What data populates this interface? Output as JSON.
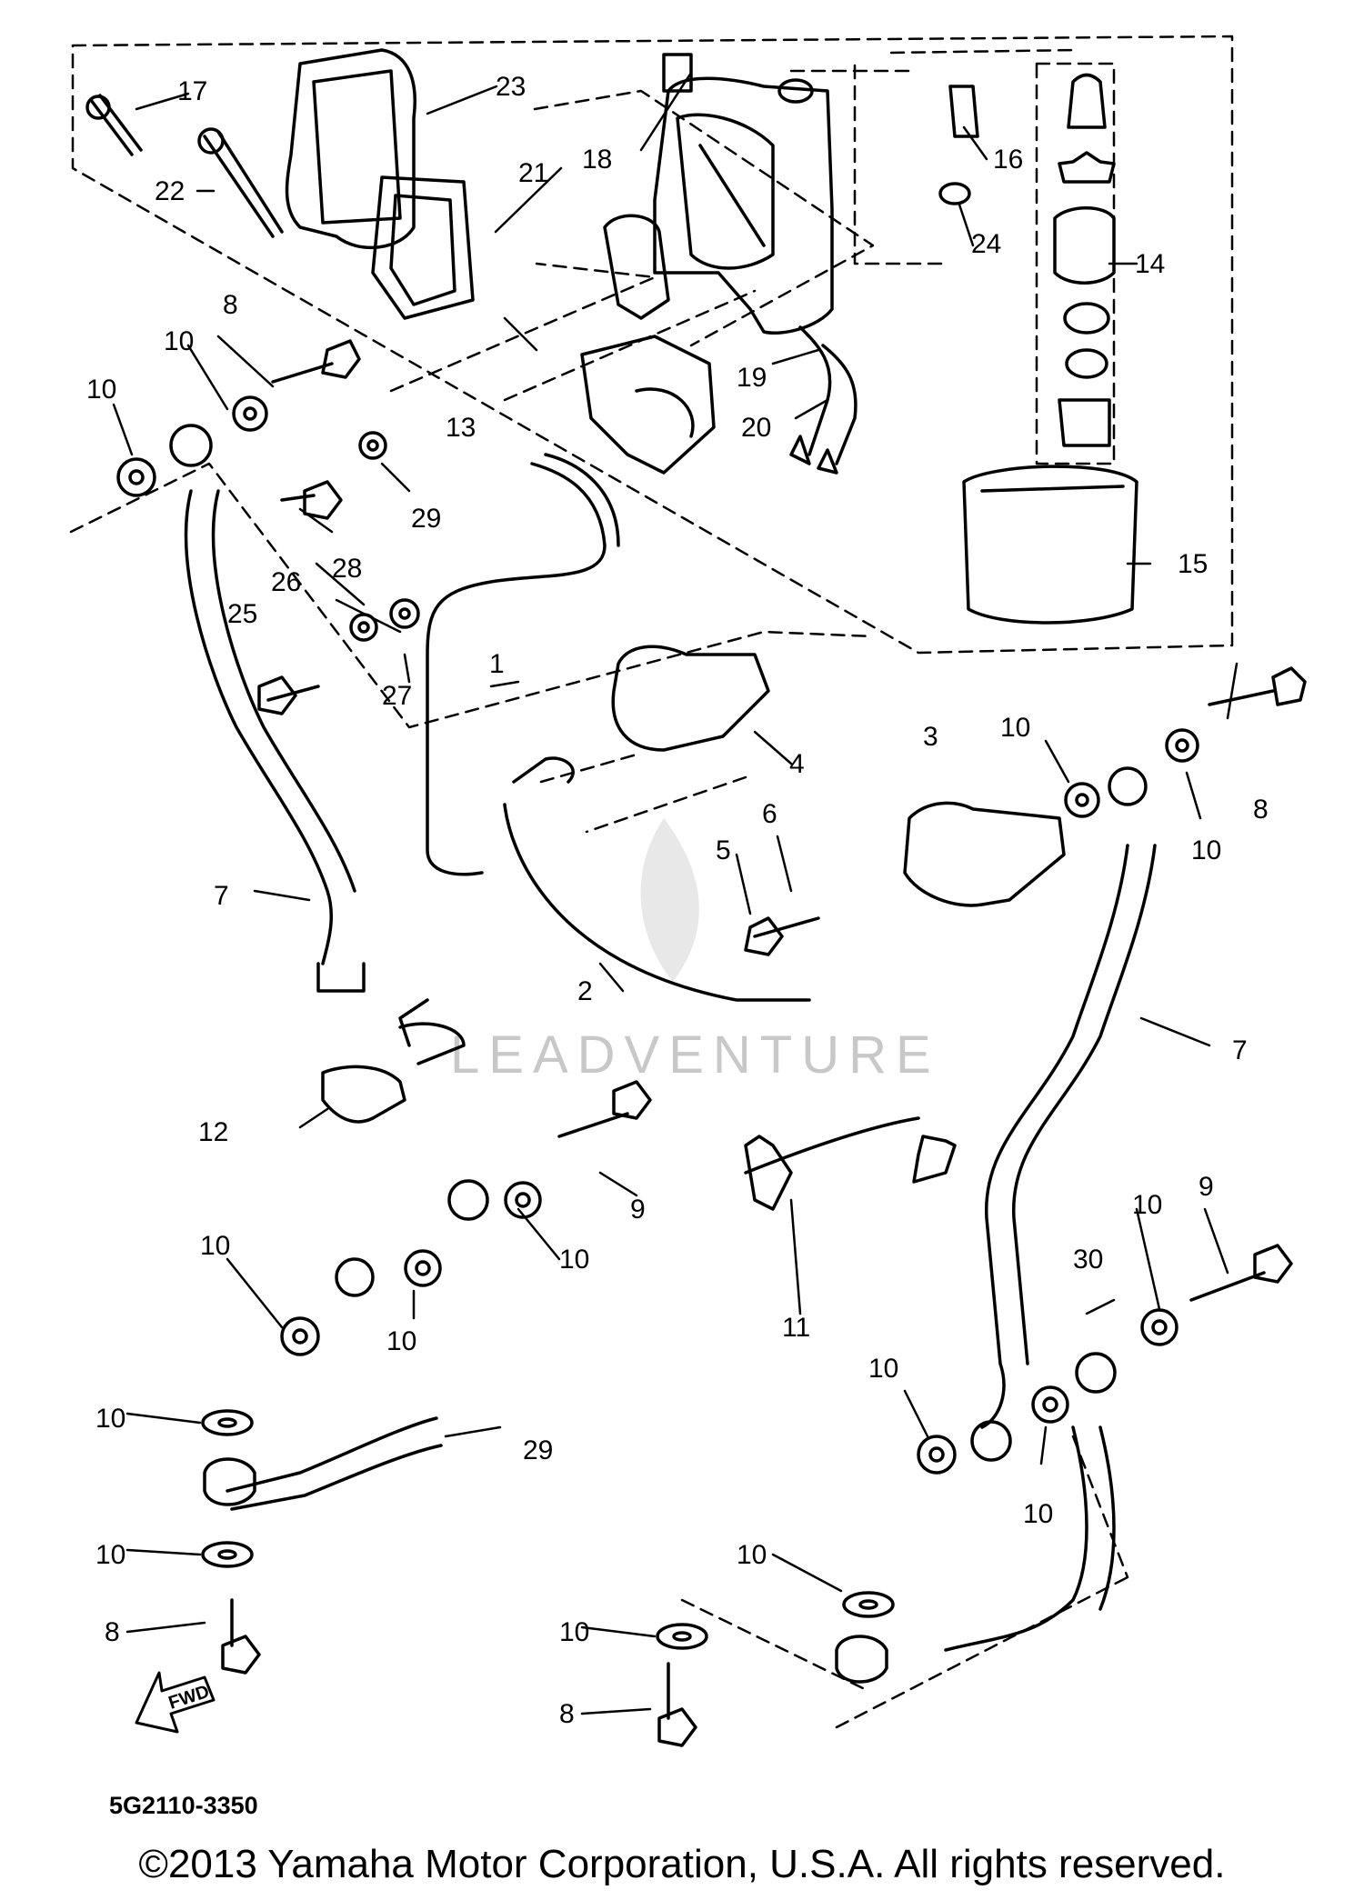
{
  "diagram": {
    "part_number": "5G2110-3350",
    "watermark": "LEADVENTURE",
    "fwd_arrow": "FWD",
    "callouts": [
      "1",
      "2",
      "3",
      "4",
      "5",
      "6",
      "7",
      "7",
      "8",
      "8",
      "8",
      "8",
      "9",
      "9",
      "10",
      "10",
      "10",
      "10",
      "10",
      "10",
      "10",
      "10",
      "10",
      "10",
      "10",
      "10",
      "10",
      "10",
      "11",
      "12",
      "13",
      "14",
      "15",
      "16",
      "17",
      "18",
      "19",
      "20",
      "21",
      "22",
      "23",
      "24",
      "25",
      "26",
      "27",
      "28",
      "29",
      "29",
      "30"
    ]
  },
  "footer": {
    "copyright": "©2013 Yamaha Motor Corporation, U.S.A. All rights reserved."
  }
}
